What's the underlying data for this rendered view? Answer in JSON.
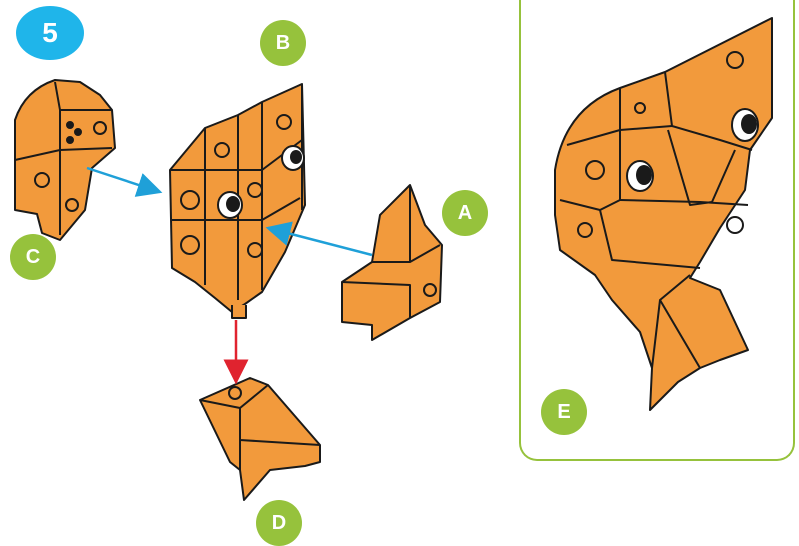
{
  "step": {
    "number": "5"
  },
  "labels": {
    "a": "A",
    "b": "B",
    "c": "C",
    "d": "D",
    "e": "E"
  },
  "colors": {
    "step_badge": "#1fb5ea",
    "label_badge": "#96c23c",
    "frame": "#96c23c",
    "part_fill": "#f29a3c",
    "part_outline": "#1a1a1a",
    "arrow_attach_side": "#1fa0d8",
    "arrow_attach_bottom": "#e0232f"
  },
  "icons": {
    "step_badge": "circle-badge",
    "arrows": "arrow-icon",
    "eyes": "eye-icon"
  }
}
